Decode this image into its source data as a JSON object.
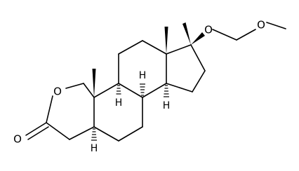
{
  "structure": {
    "atoms": {
      "ring_oxygen": "O",
      "carbonyl_oxygen": "O",
      "ether_oxygen_1": "O",
      "ether_oxygen_2": "O",
      "h_c5": "H",
      "h_c9": "H",
      "h_c8": "H",
      "h_c14": "H"
    },
    "colors": {
      "ink": "#000000",
      "background": "#ffffff"
    }
  }
}
